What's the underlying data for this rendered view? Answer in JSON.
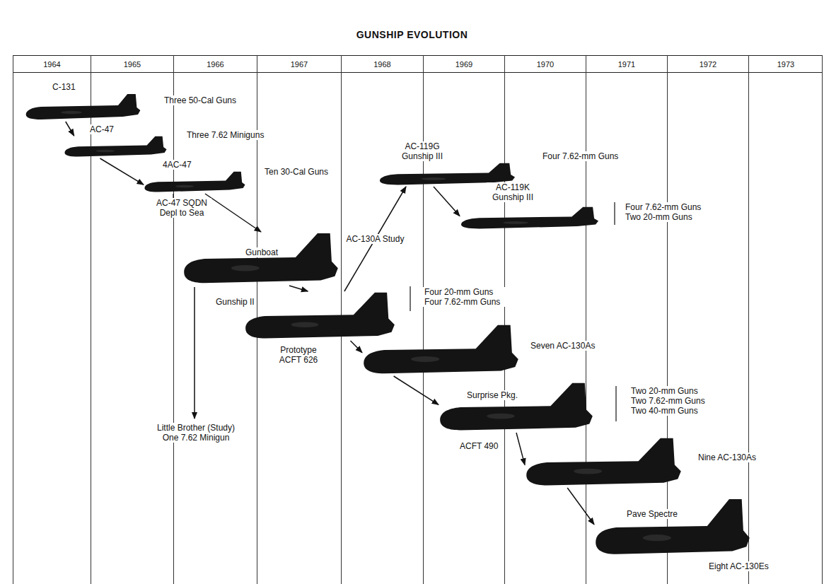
{
  "diagram": {
    "title": "GUNSHIP EVOLUTION",
    "nodes": [
      {
        "text": [
          "C-131",
          "Three 50-Cal Guns"
        ]
      },
      {
        "text": [
          "AC-47",
          "Three 7.62 Miniguns"
        ]
      },
      {
        "text": [
          "4AC-47",
          "Ten 30-Cal Guns"
        ]
      },
      {
        "text": [
          "Gunboat"
        ]
      },
      {
        "text": [
          "Gunship II",
          "Prototype ACFT 626",
          "Four 20-mm Guns Four 7.62-mm Guns"
        ]
      },
      {
        "text": [
          "AC-119G Gunship III",
          "Four 7.62-mm Guns"
        ]
      },
      {
        "text": [
          "AC-119K Gunship III",
          "Four 7.62-mm Guns Two 20-mm Guns"
        ]
      },
      {
        "text": [
          "Seven AC-130As"
        ]
      },
      {
        "text": [
          "Surprise Pkg.",
          "ACFT 490",
          "Two 20-mm Guns Two 7.62-mm Guns Two 40-mm Guns"
        ]
      },
      {
        "text": [
          "Nine AC-130As"
        ]
      },
      {
        "text": [
          "Pave Spectre",
          "Eight AC-130Es"
        ]
      }
    ],
    "edges": [
      {
        "from": 0,
        "to": 1,
        "arrow": "to"
      },
      {
        "from": 1,
        "to": 2,
        "arrow": "to"
      },
      {
        "from": 2,
        "to": 3,
        "arrow": "to"
      },
      {
        "from": 3,
        "to": 4,
        "arrow": "to"
      },
      {
        "from": 4,
        "to": 5,
        "label": "AC-130A Study",
        "arrow": "to"
      },
      {
        "from": 5,
        "to": 6,
        "arrow": "to"
      },
      {
        "from": 4,
        "to": 7,
        "arrow": "to"
      },
      {
        "from": 7,
        "to": 8,
        "arrow": "to"
      },
      {
        "from": 8,
        "to": 9,
        "arrow": "to"
      },
      {
        "from": 9,
        "to": 10,
        "arrow": "to"
      }
    ],
    "labels": [
      "1964",
      "1965",
      "1966",
      "1967",
      "1968",
      "1969",
      "1970",
      "1971",
      "1972",
      "1973",
      "AC-47 SQDN Depl to Sea",
      "Little Brother (Study) One 7.62 Minigun"
    ]
  }
}
